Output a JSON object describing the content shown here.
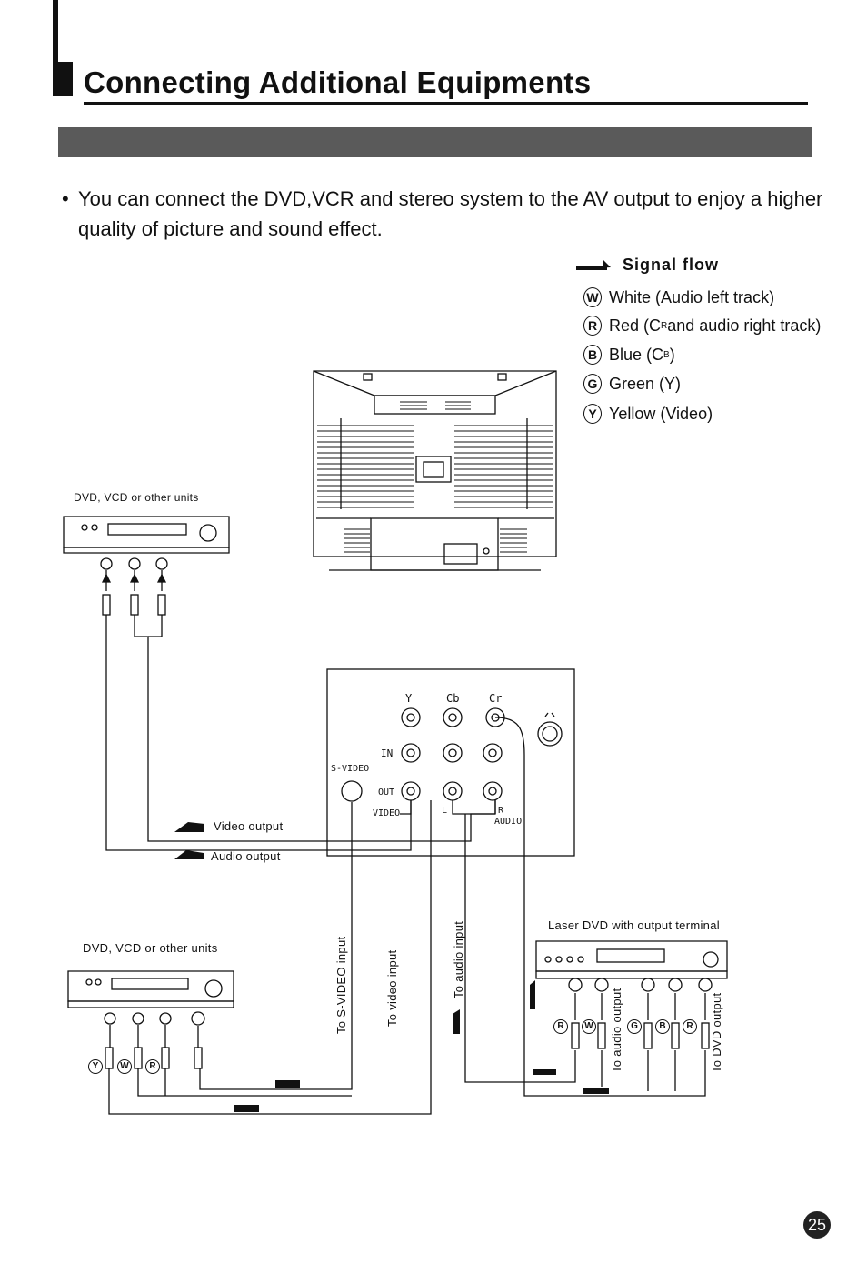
{
  "page": {
    "title": "Connecting Additional Equipments",
    "intro": "You can connect the DVD,VCR and stereo system to the AV output to enjoy a higher quality of picture and sound effect.",
    "page_number": "25"
  },
  "legend": {
    "title": "Signal flow",
    "items": [
      {
        "badge": "W",
        "label": "White (Audio left track)"
      },
      {
        "badge": "R",
        "label": "Red (C",
        "sub": "R",
        "label_after": " and audio right track)"
      },
      {
        "badge": "B",
        "label": "Blue (C",
        "sub": "B",
        "label_after": ")"
      },
      {
        "badge": "G",
        "label": "Green (Y)"
      },
      {
        "badge": "Y",
        "label": "Yellow (Video)"
      }
    ]
  },
  "devices": {
    "top_player_label": "DVD, VCD or other units",
    "bottom_player_label": "DVD, VCD or other units",
    "laser_dvd_label": "Laser DVD with output terminal"
  },
  "panel": {
    "col_y": "Y",
    "col_cb": "Cb",
    "col_cr": "Cr",
    "in": "IN",
    "out": "OUT",
    "s_video": "S-VIDEO",
    "video": "VIDEO",
    "l": "L",
    "r": "R",
    "audio": "AUDIO"
  },
  "signals": {
    "video_output": "Video output",
    "audio_output": "Audio output",
    "to_svideo_input": "To S-VIDEO input",
    "to_video_input": "To video input",
    "to_audio_input": "To audio input",
    "to_audio_output": "To audio output",
    "to_dvd_output": "To DVD output"
  },
  "plug_badges": {
    "bottom_player": [
      "Y",
      "W",
      "R"
    ],
    "laser_dvd": [
      "R",
      "W",
      "G",
      "B",
      "R"
    ]
  }
}
